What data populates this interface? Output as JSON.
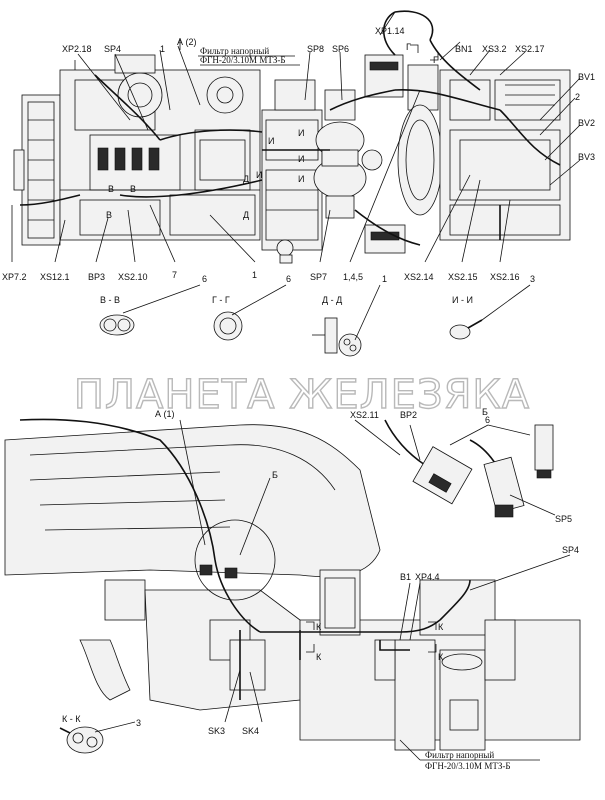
{
  "labels": {
    "xp114": "XP1.14",
    "g_top1": "Г",
    "g_top2": "Г",
    "bn1": "BN1",
    "xs32": "XS3.2",
    "xs217": "XS2.17",
    "xp218": "XP2.18",
    "sp4_top": "SP4",
    "one_top": "1",
    "a2": "А (2)",
    "filter_top_l1": "Фильтр напорный",
    "filter_top_l2": "ФГН-20/3.10М МТЗ-Б",
    "sp8": "SP8",
    "sp6": "SP6",
    "bv1": "BV1",
    "two": "2",
    "bv2": "BV2",
    "bv3": "BV3",
    "v1": "В",
    "v2": "В",
    "v3": "В",
    "i1": "И",
    "i2": "И",
    "i3": "И",
    "i4": "И",
    "i5": "И",
    "d1": "Д",
    "d2": "Д",
    "xp72": "XP7.2",
    "xs121": "XS12.1",
    "bp3": "BP3",
    "xs210": "XS2.10",
    "seven": "7",
    "one_mid": "1",
    "sp7": "SP7",
    "one45": "1,4,5",
    "xs214": "XS2.14",
    "xs215": "XS2.15",
    "xs216": "XS2.16",
    "six_1": "6",
    "six_2": "6",
    "one_dd": "1",
    "three_ii": "3",
    "sec_vv": "В - В",
    "sec_gg": "Г - Г",
    "sec_dd": "Д - Д",
    "sec_ii": "И - И",
    "a1": "А (1)",
    "xs211": "XS2.11",
    "bp2": "BP2",
    "b_top": "Б",
    "six_b": "6",
    "b_mid": "Б",
    "sp5": "SP5",
    "sp4_bot": "SP4",
    "b1": "B1",
    "xp44": "XP4.4",
    "k1": "К",
    "k2": "К",
    "k3": "К",
    "k4": "К",
    "sk3": "SK3",
    "sk4": "SK4",
    "sec_kk": "К - К",
    "three_kk": "3",
    "filter_bot_l1": "Фильтр напорный",
    "filter_bot_l2": "ФГН-20/3.10М МТЗ-Б"
  },
  "watermark": "ПЛАНЕТА ЖЕЛЕЗЯКА"
}
